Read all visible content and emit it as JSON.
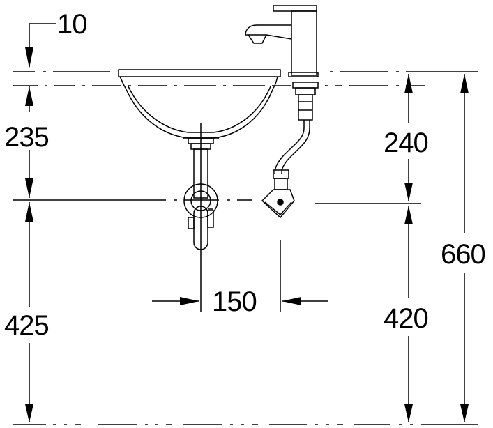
{
  "dimensions": {
    "top_offset": "10",
    "sink_rim_to_waste": "235",
    "waste_to_floor": "425",
    "waste_to_valve_spacing": "150",
    "rim_to_valve": "240",
    "valve_to_floor": "420",
    "total_height": "660"
  },
  "colors": {
    "line": "#000000",
    "background": "#ffffff"
  }
}
